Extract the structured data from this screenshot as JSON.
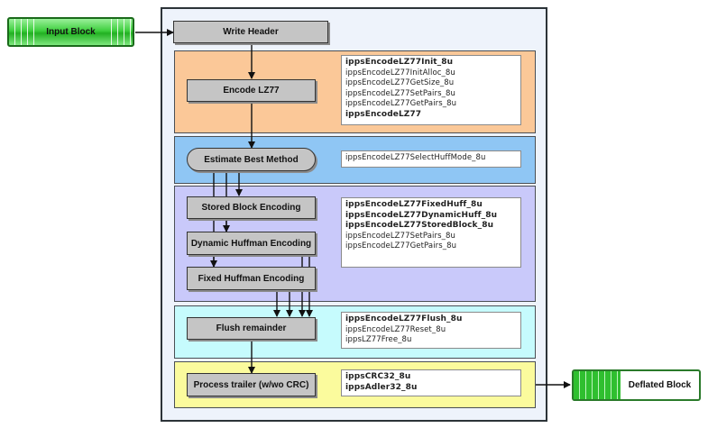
{
  "external": {
    "input": "Input Block",
    "output": "Deflated Block"
  },
  "steps": {
    "write_header": "Write Header",
    "encode_lz77": "Encode LZ77",
    "estimate_best": "Estimate Best Method",
    "stored_block": "Stored Block Encoding",
    "dynamic_huffman": "Dynamic Huffman Encoding",
    "fixed_huffman": "Fixed Huffman Encoding",
    "flush_remainder": "Flush remainder",
    "process_trailer": "Process trailer (w/wo CRC)"
  },
  "functions": {
    "encode": [
      "ippsEncodeLZ77Init_8u",
      "ippsEncodeLZ77InitAlloc_8u",
      "ippsEncodeLZ77GetSize_8u",
      "ippsEncodeLZ77SetPairs_8u",
      "ippsEncodeLZ77GetPairs_8u",
      "ippsEncodeLZ77"
    ],
    "select": [
      "ippsEncodeLZ77SelectHuffMode_8u"
    ],
    "blocks": [
      "ippsEncodeLZ77FixedHuff_8u",
      "ippsEncodeLZ77DynamicHuff_8u",
      "ippsEncodeLZ77StoredBlock_8u",
      "ippsEncodeLZ77SetPairs_8u",
      "ippsEncodeLZ77GetPairs_8u"
    ],
    "flush": [
      "ippsEncodeLZ77Flush_8u",
      "ippsEncodeLZ77Reset_8u",
      "ippsLZ77Free_8u"
    ],
    "trailer": [
      "ippsCRC32_8u",
      "ippsAdler32_8u"
    ]
  },
  "colors": {
    "encode_panel": "#fbc898",
    "select_panel": "#8fc6f4",
    "blocks_panel": "#c9c9fa",
    "flush_panel": "#c6fbfd",
    "trailer_panel": "#fbfb9d",
    "step_box": "#c5c5c5",
    "io_green": "#3fcf3f"
  }
}
